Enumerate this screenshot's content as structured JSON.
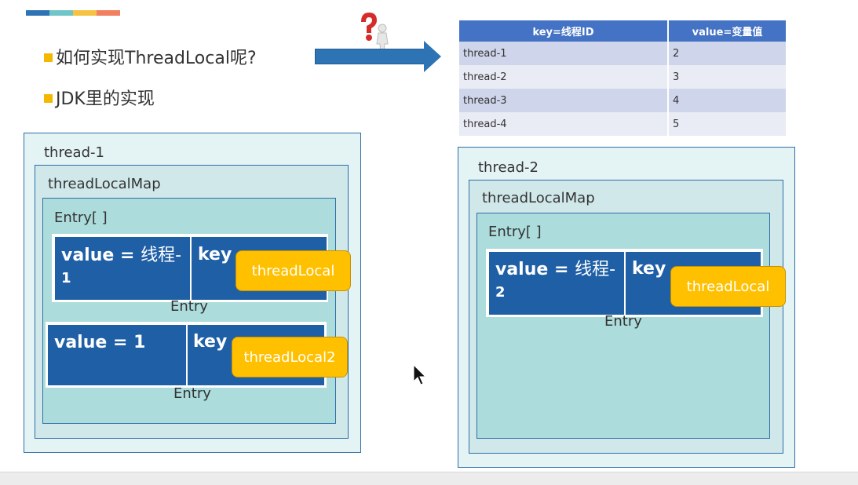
{
  "colors": {
    "stripes": [
      "#2e74b5",
      "#70c5c9",
      "#f5c242",
      "#f08060"
    ],
    "accent_blue": "#2e74b5",
    "entry_blue": "#1f5fa6",
    "pill_gold": "#ffc000"
  },
  "bullets": [
    "如何实现ThreadLocal呢?",
    "JDK里的实现"
  ],
  "mapping_table": {
    "headers": [
      "key=线程ID",
      "value=变量值"
    ],
    "rows": [
      [
        "thread-1",
        "2"
      ],
      [
        "thread-2",
        "3"
      ],
      [
        "thread-3",
        "4"
      ],
      [
        "thread-4",
        "5"
      ]
    ]
  },
  "thread1": {
    "title": "thread-1",
    "map_label": "threadLocalMap",
    "entries_label": "Entry[ ]",
    "entry1": {
      "value_bold": "value = ",
      "value_cn": "线程-",
      "value_num": "1",
      "key": "key",
      "pill": "threadLocal",
      "caption": "Entry"
    },
    "entry2": {
      "value_bold": "value = 1",
      "key": "key",
      "pill": "threadLocal2",
      "caption": "Entry"
    }
  },
  "thread2": {
    "title": "thread-2",
    "map_label": "threadLocalMap",
    "entries_label": "Entry[ ]",
    "entry1": {
      "value_bold": "value = ",
      "value_cn": "线程-",
      "value_num": "2",
      "key": "key",
      "pill": "threadLocal",
      "caption": "Entry"
    }
  },
  "icons": {
    "question": "question-person-icon",
    "cursor": "mouse-cursor-icon"
  }
}
